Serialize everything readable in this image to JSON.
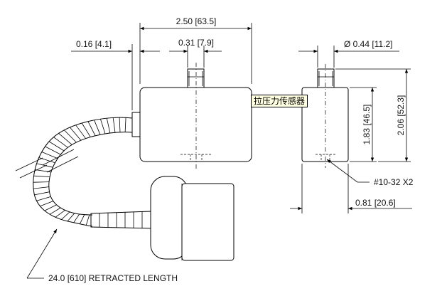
{
  "dimensions": {
    "overall_length": "2.50 [63.5]",
    "cable_offset": "0.16 [4.1]",
    "connector_width": "0.31 [7.9]",
    "diameter": "Ø 0.44 [11.2]",
    "body_height": "1.83 [46.5]",
    "overall_height": "2.06 [52.3]",
    "thread": "#10-32 X2",
    "depth": "0.81 [20.6]",
    "cable_length": "24.0 [610] RETRACTED LENGTH"
  },
  "tooltip": "拉压力传感器"
}
